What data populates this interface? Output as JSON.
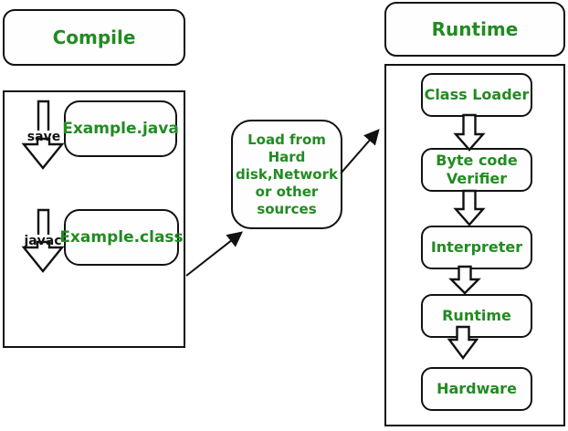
{
  "diagram": {
    "compile_title": "Compile",
    "runtime_title": "Runtime",
    "save_label": "save",
    "javac_label": "javac",
    "source_file": "Example.java",
    "class_file": "Example.class",
    "load_text": "Load from\nHard\ndisk,Network\nor other\nsources",
    "runtime_steps": [
      "Class Loader",
      "Byte code Verifier",
      "Interpreter",
      "Runtime",
      "Hardware"
    ],
    "colors": {
      "text_green": "#228B22",
      "line_black": "#111111",
      "background": "#ffffff"
    }
  }
}
